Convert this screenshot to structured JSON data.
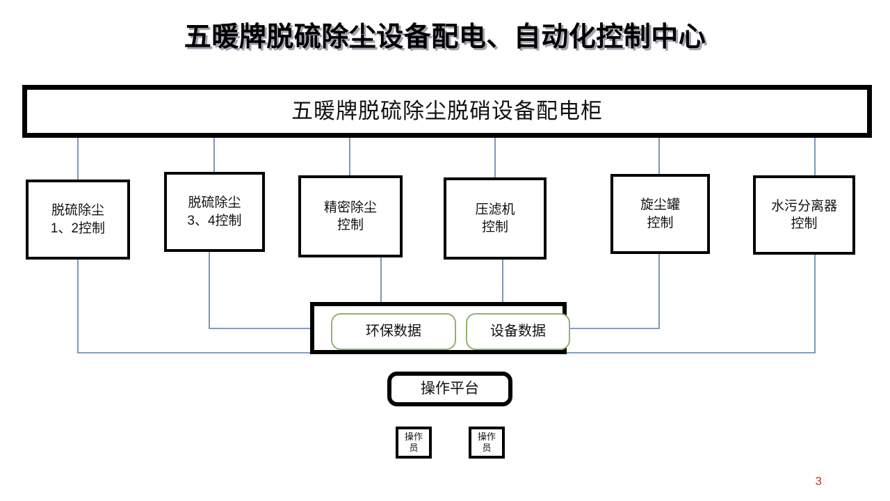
{
  "slide": {
    "title": "五暖牌脱硫除尘设备配电、自动化控制中心",
    "page_number": "3"
  },
  "cabinet": {
    "label": "五暖牌脱硫除尘脱硝设备配电柜"
  },
  "controls": [
    {
      "label": "脱硫除尘\n1、2控制"
    },
    {
      "label": "脱硫除尘\n3、4控制"
    },
    {
      "label": "精密除尘\n控制"
    },
    {
      "label": "压滤机\n控制"
    },
    {
      "label": "旋尘罐\n控制"
    },
    {
      "label": "水污分离器\n控制"
    }
  ],
  "data_group": {
    "chips": [
      {
        "label": "环保数据"
      },
      {
        "label": "设备数据"
      }
    ]
  },
  "platform": {
    "label": "操作平台"
  },
  "operators": [
    {
      "label": "操作\n员"
    },
    {
      "label": "操作\n员"
    }
  ],
  "colors": {
    "node_border": "#000000",
    "connector": "#5B7FA6",
    "chip_border": "#8FB26B",
    "page_number": "#C0392B",
    "background": "#FFFFFF"
  }
}
